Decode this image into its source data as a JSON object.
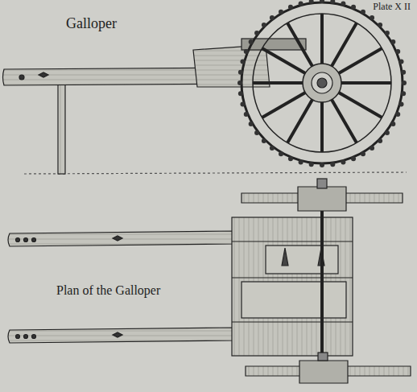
{
  "diagram": {
    "labels": [
      "Plate X II",
      "Galloper",
      "Plan of the Galloper"
    ]
  }
}
